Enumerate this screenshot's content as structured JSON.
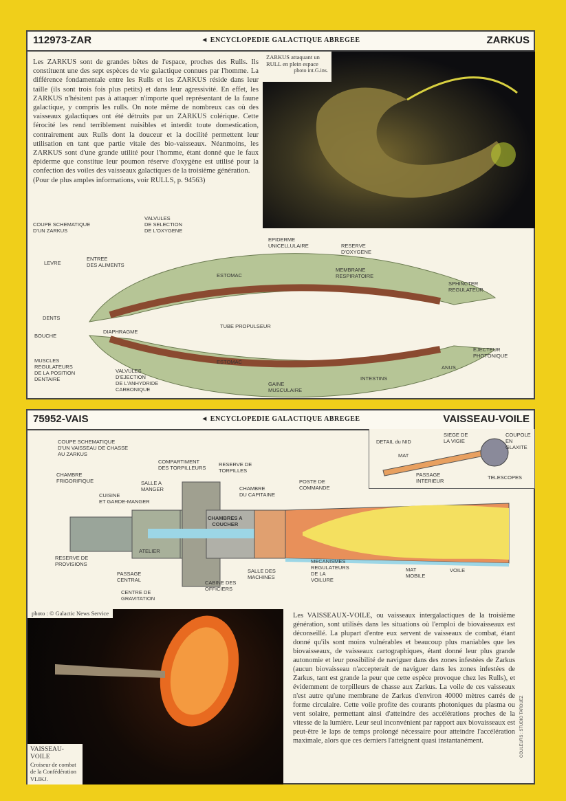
{
  "card1": {
    "code": "112973-ZAR",
    "series": "◄ ENCYCLOPEDIE GALACTIQUE ABREGEE",
    "name": "ZARKUS",
    "text": "Les ZARKUS sont de grandes bêtes de l'espace, proches des Rulls. Ils constituent une des sept espèces de vie galactique connues par l'homme. La différence fondamentale entre les Rulls et les ZARKUS réside dans leur taille (ils sont trois fois plus petits) et dans leur agressivité. En effet, les ZARKUS n'hésitent pas à attaquer n'importe quel représentant de la faune galactique, y compris les rulls. On note même de nombreux cas où des vaisseaux galactiques ont été détruits par un ZARKUS colérique. Cette férocité les rend terriblement nuisibles et interdit toute domestication, contrairement aux Rulls dont la douceur et la docilité permettent leur utilisation en tant que partie vitale des bio-vaisseaux. Néanmoins, les ZARKUS sont d'une grande utilité pour l'homme, étant donné que le faux épiderme que constitue leur poumon réserve d'oxygène est utilisé pour la confection des voiles des vaisseaux galactiques de la troisième génération.",
    "note": "(Pour de plus amples informations, voir RULLS, p. 94563)",
    "photo_caption": "ZARKUS attaquant un RULL en plein espace",
    "photo_credit": "photo int.G.ins.",
    "diagram_labels": [
      "COUPE SCHEMATIQUE\nD'UN ZARKUS",
      "VALVULES\nDE SELECTION\nDE L'OXYGENE",
      "EPIDERME\nUNICELLULAIRE",
      "RESERVE\nD'OXYGENE",
      "LEVRE",
      "ENTREE\nDES ALIMENTS",
      "MEMBRANE\nRESPIRATOIRE",
      "ESTOMAC",
      "SPHINCTER\nREGULATEUR",
      "DENTS",
      "TUBE PROPULSEUR",
      "BOUCHE",
      "DIAPHRAGME",
      "EJECTEUR\nPHOTONIQUE",
      "ESTOMAC",
      "ANUS",
      "MUSCLES\nREGULATEURS\nDE LA POSITION\nDENTAIRE",
      "VALVULES\nD'EJECTION\nDE L'ANHYDRIDE\nCARBONIQUE",
      "INTESTINS",
      "GAINE\nMUSCULAIRE"
    ]
  },
  "card2": {
    "code": "75952-VAIS",
    "series": "◄ ENCYCLOPEDIE GALACTIQUE ABREGEE",
    "name": "VAISSEAU-VOILE",
    "diagram_labels": [
      "COUPE SCHEMATIQUE\nD'UN VAISSEAU DE CHASSE\nAU ZARKUS",
      "COMPARTIMENT\nDES TORPILLEURS",
      "RESERVE DE\nTORPILLES",
      "CHAMBRE\nFRIGORIFIQUE",
      "SALLE A\nMANGER",
      "CHAMBRE\nDU CAPITAINE",
      "POSTE DE\nCOMMANDE",
      "CUISINE\nET GARDE-MANGER",
      "CHAMBRES A\nCOUCHER",
      "RESERVE DE\nPROVISIONS",
      "ATELIER",
      "PASSAGE\nCENTRAL",
      "CENTRE DE\nGRAVITATION",
      "CABINE DES\nOFFICIERS",
      "SALLE DES\nMACHINES",
      "MECANISMES\nREGULATEURS\nDE LA\nVOILURE",
      "MAT\nMOBILE",
      "VOILE"
    ],
    "inset_labels": [
      "DETAIL du NID",
      "SIEGE DE\nLA VIGIE",
      "COUPOLE\nEN\nGLAXITE",
      "MAT",
      "PASSAGE\nINTERIEUR",
      "TELESCOPES"
    ],
    "photo_credit": "photo : © Galactic News Service",
    "photo_caption_title": "VAISSEAU-\nVOILE",
    "photo_caption": "Croiseur de combat de la Confédération VLIKJ.",
    "text": "Les VAISSEAUX-VOILE, ou vaisseaux intergalactiques de la troisième génération, sont utilisés dans les situations où l'emploi de biovaisseaux est déconseillé. La plupart d'entre eux servent de vaisseaux de combat, étant donné qu'ils sont moins vulnérables et beaucoup plus maniables que les biovaisseaux, de vaisseaux cartographiques, étant donné leur plus grande autonomie et leur possibilité de naviguer dans des zones infestées de Zarkus (aucun biovaisseau n'accepterait de naviguer dans les zones infestées de Zarkus, tant est grande la peur que cette espèce provoque chez les Rulls), et évidemment de torpilleurs de chasse aux Zarkus. La voile de ces vaisseaux n'est autre qu'une membrane de Zarkus d'environ 40000 mètres carrés de forme circulaire. Cette voile profite des courants photoniques du plasma ou vent solaire, permettant ainsi d'atteindre des accélérations proches de la vitesse de la lumière. Leur seul inconvénient par rapport aux biovaisseaux est peut-être le laps de temps prolongé nécessaire pour atteindre l'accélération maximale, alors que ces derniers l'atteignent quasi instantanément.",
    "side_credit": "COULEURS : STUDIO TARDUEZ"
  }
}
